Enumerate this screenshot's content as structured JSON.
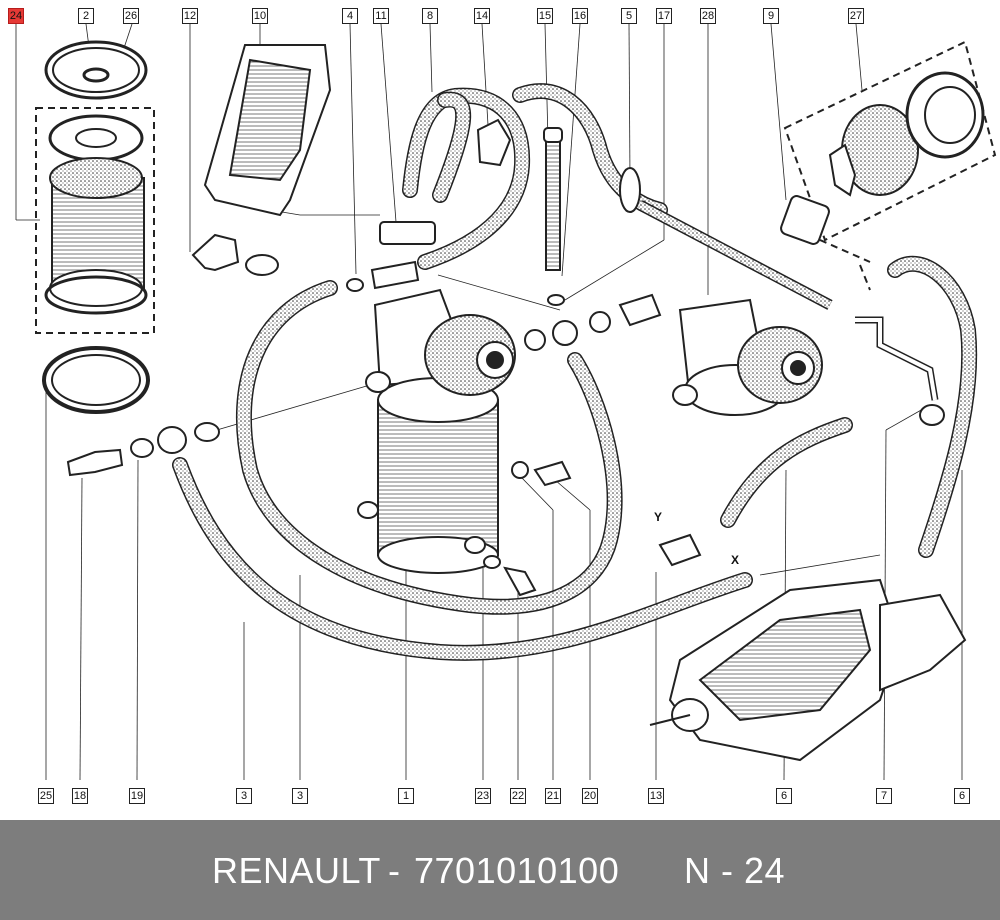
{
  "callouts_top": [
    "24",
    "2",
    "26",
    "12",
    "10",
    "4",
    "11",
    "8",
    "14",
    "15",
    "16",
    "5",
    "17",
    "28",
    "9",
    "27"
  ],
  "callouts_bottom": [
    "25",
    "18",
    "19",
    "3",
    "3",
    "1",
    "23",
    "22",
    "21",
    "20",
    "13",
    "6",
    "7",
    "6"
  ],
  "axis_labels": [
    "Y",
    "X"
  ],
  "footer": {
    "brand": "RENAULT",
    "separator": "-",
    "part_number": "7701010100",
    "ref": "N - 24"
  },
  "colors": {
    "highlight": "#e53935",
    "footer_bg": "#7d7d7d",
    "footer_text": "#ffffff"
  }
}
